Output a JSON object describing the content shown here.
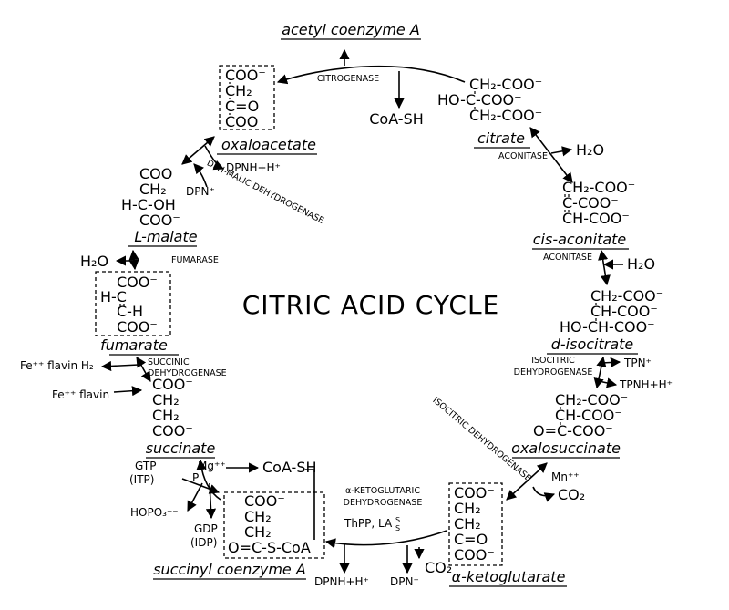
{
  "title": "CITRIC ACID CYCLE",
  "compounds": {
    "acetyl_coa": {
      "name": "acetyl coenzyme A"
    },
    "coash_top": {
      "label": "CoA-SH"
    },
    "citrate": {
      "name": "citrate",
      "lines": [
        "CH₂-COO⁻",
        "HO-C-COO⁻",
        "CH₂-COO⁻"
      ]
    },
    "cis_aconitate": {
      "name": "cis-aconitate",
      "lines": [
        "CH₂-COO⁻",
        "C-COO⁻",
        "CH-COO⁻"
      ]
    },
    "d_isocitrate": {
      "name": "d-isocitrate",
      "lines": [
        "CH₂-COO⁻",
        "CH-COO⁻",
        "HO-CH-COO⁻"
      ]
    },
    "oxalosuccinate": {
      "name": "oxalosuccinate",
      "lines": [
        "CH₂-COO⁻",
        "CH-COO⁻",
        "O=C-COO⁻"
      ]
    },
    "alpha_ketoglutarate": {
      "name": "α-ketoglutarate",
      "lines": [
        "COO⁻",
        "CH₂",
        "CH₂",
        "C=O",
        "COO⁻"
      ]
    },
    "succinyl_coa": {
      "name": "succinyl coenzyme A",
      "lines": [
        "COO⁻",
        "CH₂",
        "CH₂",
        "O=C-S-CoA"
      ]
    },
    "succinate": {
      "name": "succinate",
      "lines": [
        "COO⁻",
        "CH₂",
        "CH₂",
        "COO⁻"
      ]
    },
    "fumarate": {
      "name": "fumarate",
      "lines": [
        "COO⁻",
        "H-C",
        "C-H",
        "COO⁻"
      ]
    },
    "l_malate": {
      "name": "L-malate",
      "lines": [
        "COO⁻",
        "CH₂",
        "H-C-OH",
        "COO⁻"
      ]
    },
    "oxaloacetate": {
      "name": "oxaloacetate",
      "lines": [
        "COO⁻",
        "CH₂",
        "C=O",
        "COO⁻"
      ]
    }
  },
  "enzymes": {
    "citrogenase": "CITROGENASE",
    "aconitase_1": "ACONITASE",
    "aconitase_2": "ACONITASE",
    "isocitric_dh_1": "ISOCITRIC",
    "isocitric_dh_2": "DEHYDROGENASE",
    "isocitric_dh_diag": "ISOCITRIC DEHYDROGENASE",
    "akg_dh_1": "α-KETOGLUTARIC",
    "akg_dh_2": "DEHYDROGENASE",
    "succinic_dh_1": "SUCCINIC",
    "succinic_dh_2": "DEHYDROGENASE",
    "fumarase": "FUMARASE",
    "malic_dh": "DPN-MALIC DEHYDROGENASE"
  },
  "cofactors": {
    "h2o_1": "H₂O",
    "h2o_2": "H₂O",
    "h2o_3": "H₂O",
    "tpn": "TPN⁺",
    "tpnh": "TPNH+H⁺",
    "mn": "Mn⁺⁺",
    "co2_1": "CO₂",
    "co2_2": "CO₂",
    "dpn_1": "DPN⁺",
    "dpnh_1": "DPNH+H⁺",
    "thpp": "ThPP, LA",
    "la_s1": "S",
    "la_s2": "S",
    "coash_2": "CoA-SH",
    "mg": "Mg⁺⁺",
    "gtp": "GTP",
    "itp": "(ITP)",
    "p": "P",
    "hopo3": "HOPO₃⁻⁻",
    "gdp": "GDP",
    "idp": "(IDP)",
    "flavin_h2": "Fe⁺⁺ flavin H₂",
    "flavin": "Fe⁺⁺ flavin",
    "dpnh_2": "DPNH+H⁺",
    "dpn_2": "DPN⁺"
  }
}
